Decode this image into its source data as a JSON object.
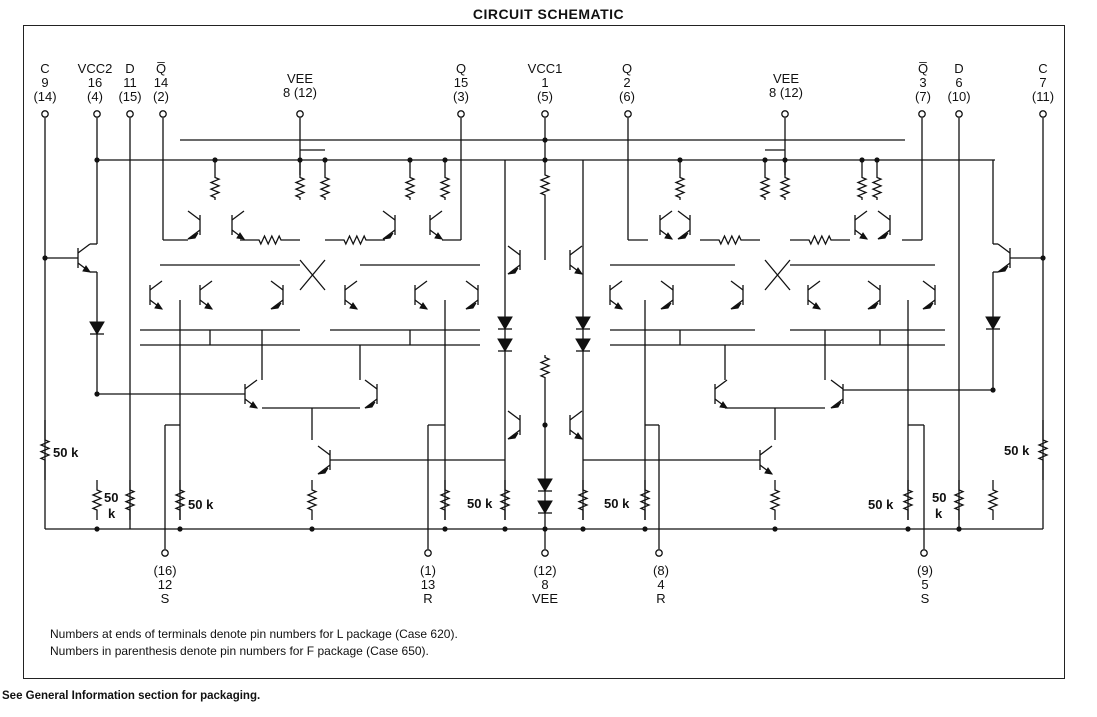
{
  "title": "CIRCUIT SCHEMATIC",
  "top_pins": [
    {
      "id": "c-left",
      "lines": [
        "C",
        "9",
        "(14)"
      ]
    },
    {
      "id": "vcc2",
      "lines": [
        "VCC2",
        "16",
        "(4)"
      ]
    },
    {
      "id": "d-left",
      "lines": [
        "D",
        "11",
        "(15)"
      ]
    },
    {
      "id": "qbar-left",
      "lines": [
        "Q̅",
        "14",
        "(2)"
      ]
    },
    {
      "id": "vee-left",
      "lines": [
        "VEE",
        "8 (12)"
      ]
    },
    {
      "id": "q-left",
      "lines": [
        "Q",
        "15",
        "(3)"
      ]
    },
    {
      "id": "vcc1",
      "lines": [
        "VCC1",
        "1",
        "(5)"
      ]
    },
    {
      "id": "q-right",
      "lines": [
        "Q",
        "2",
        "(6)"
      ]
    },
    {
      "id": "vee-right",
      "lines": [
        "VEE",
        "8 (12)"
      ]
    },
    {
      "id": "qbar-right",
      "lines": [
        "Q̅",
        "3",
        "(7)"
      ]
    },
    {
      "id": "d-right",
      "lines": [
        "D",
        "6",
        "(10)"
      ]
    },
    {
      "id": "c-right",
      "lines": [
        "C",
        "7",
        "(11)"
      ]
    }
  ],
  "bottom_pins": [
    {
      "id": "s-left",
      "lines": [
        "(16)",
        "12",
        "S"
      ]
    },
    {
      "id": "r-left",
      "lines": [
        "(1)",
        "13",
        "R"
      ]
    },
    {
      "id": "vee-bottom",
      "lines": [
        "(12)",
        "8",
        "VEE"
      ]
    },
    {
      "id": "r-right",
      "lines": [
        "(8)",
        "4",
        "R"
      ]
    },
    {
      "id": "s-right",
      "lines": [
        "(9)",
        "5",
        "S"
      ]
    }
  ],
  "resistor_labels": [
    "50 k",
    "50",
    "k",
    "50 k",
    "50 k",
    "50 k",
    "50 k",
    "50",
    "k",
    "50 k"
  ],
  "notes": [
    "Numbers at ends of terminals denote pin numbers for L package (Case 620).",
    "Numbers in parenthesis denote pin numbers for F package (Case 650)."
  ],
  "footer": "See General Information section for packaging."
}
